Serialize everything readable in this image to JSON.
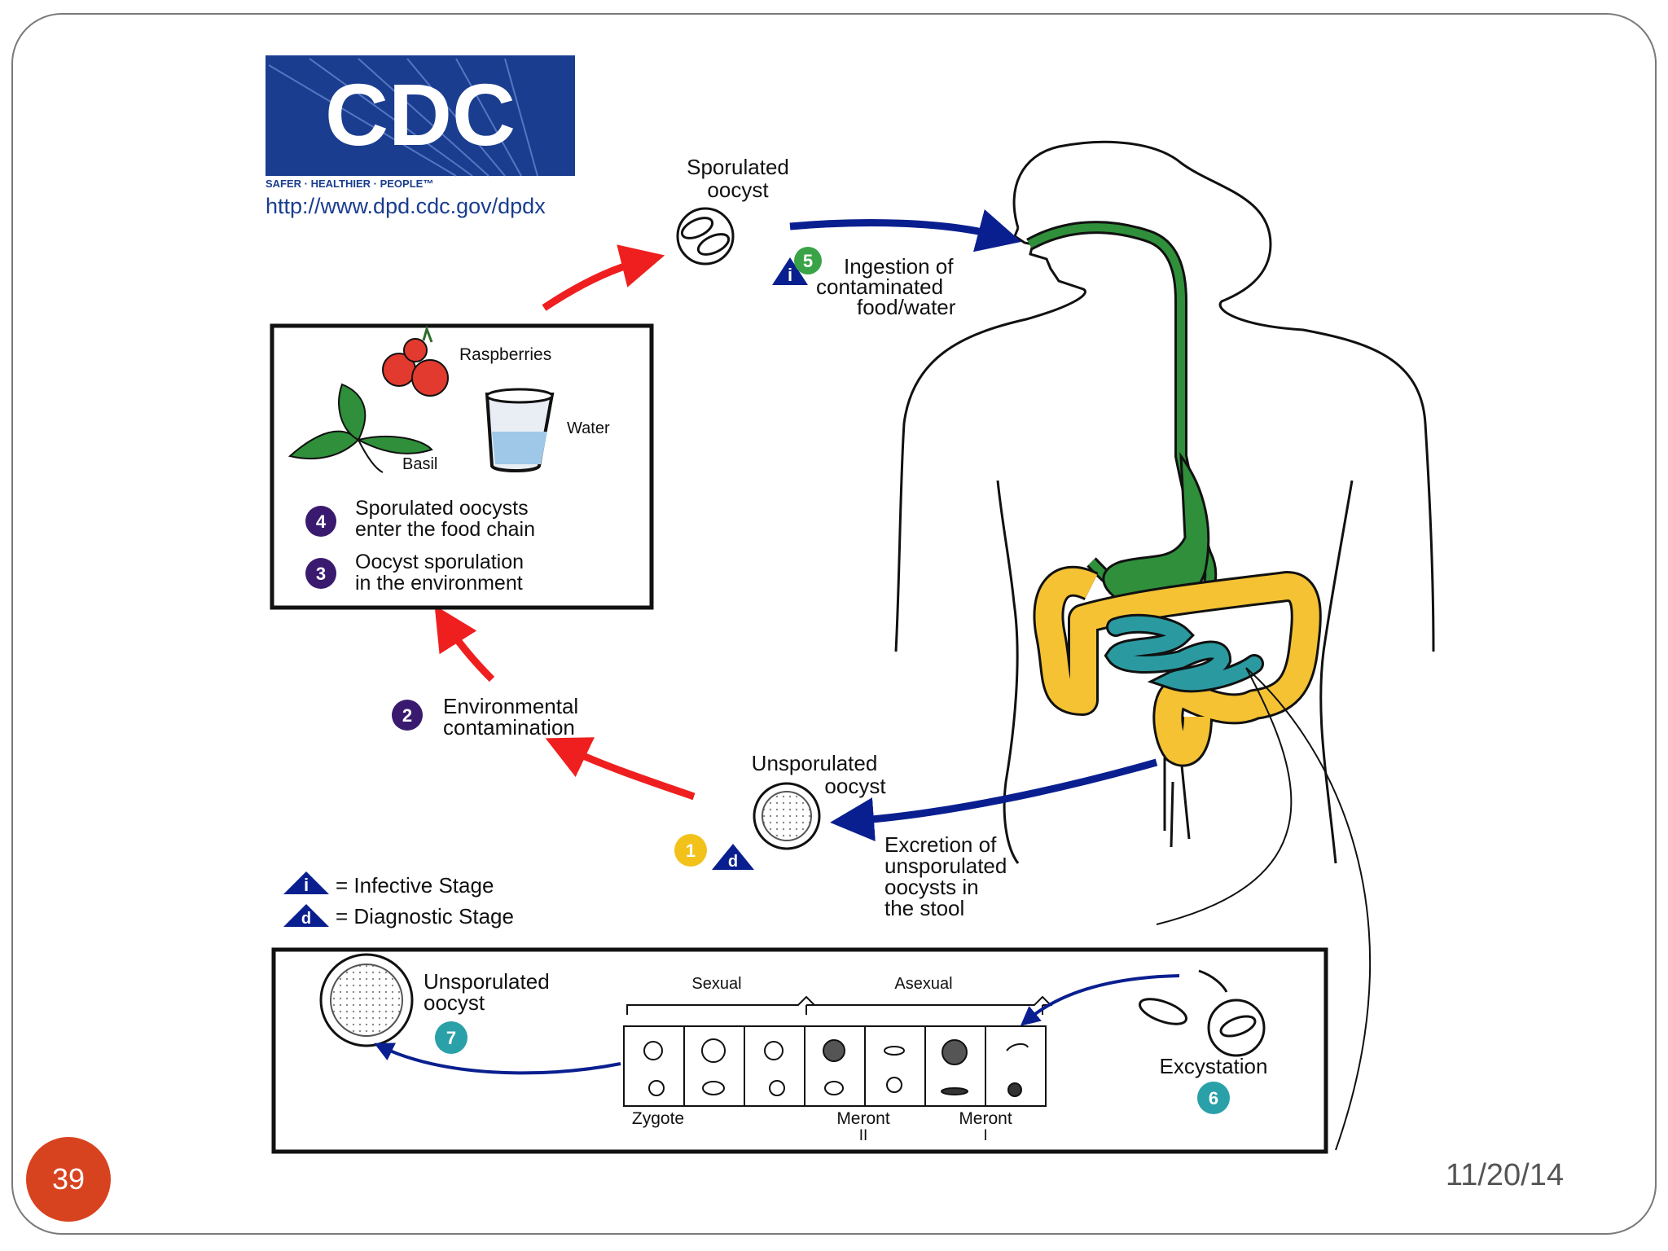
{
  "slide": {
    "number": "39",
    "date": "11/20/14"
  },
  "logo": {
    "text": "CDC",
    "tagline": "SAFER · HEALTHIER · PEOPLE™",
    "url": "http://www.dpd.cdc.gov/dpdx"
  },
  "stages": {
    "sporulated": {
      "title_line1": "Sporulated",
      "title_line2": "oocyst"
    },
    "ingestion": {
      "num": "5",
      "line1": "Ingestion of",
      "line2": "contaminated",
      "line3": "food/water"
    },
    "food_box": {
      "raspberries": "Raspberries",
      "water": "Water",
      "basil": "Basil",
      "step4_num": "4",
      "step4_line1": "Sporulated oocysts",
      "step4_line2": "enter the food chain",
      "step3_num": "3",
      "step3_line1": "Oocyst sporulation",
      "step3_line2": "in the environment"
    },
    "env": {
      "num": "2",
      "line1": "Environmental",
      "line2": "contamination"
    },
    "unsporulated": {
      "line1": "Unsporulated",
      "line2": "oocyst",
      "num": "1"
    },
    "excretion": {
      "line1": "Excretion of",
      "line2": "unsporulated",
      "line3": "oocysts in",
      "line4": "the stool"
    }
  },
  "legend": {
    "infective_symbol": "i",
    "infective_label": "= Infective Stage",
    "diagnostic_symbol": "d",
    "diagnostic_label": "= Diagnostic Stage"
  },
  "inset": {
    "oocyst_line1": "Unsporulated",
    "oocyst_line2": "oocyst",
    "num7": "7",
    "sexual": "Sexual",
    "asexual": "Asexual",
    "zygote": "Zygote",
    "meront2_line1": "Meront",
    "meront2_line2": "II",
    "meront1_line1": "Meront",
    "meront1_line2": "I",
    "excystation": "Excystation",
    "num6": "6"
  },
  "colors": {
    "red_arrow": "#ef1f1f",
    "blue_arrow": "#0a1f8f",
    "stomach_green": "#2f8f3a",
    "colon_yellow": "#f4c233",
    "intestine_teal": "#2a9aa0",
    "purple_badge": "#3a1a6e",
    "green_badge": "#3aa348",
    "yellow_badge": "#f2c21b",
    "teal_badge": "#2aa0a8",
    "slide_number_bg": "#d8431f"
  }
}
